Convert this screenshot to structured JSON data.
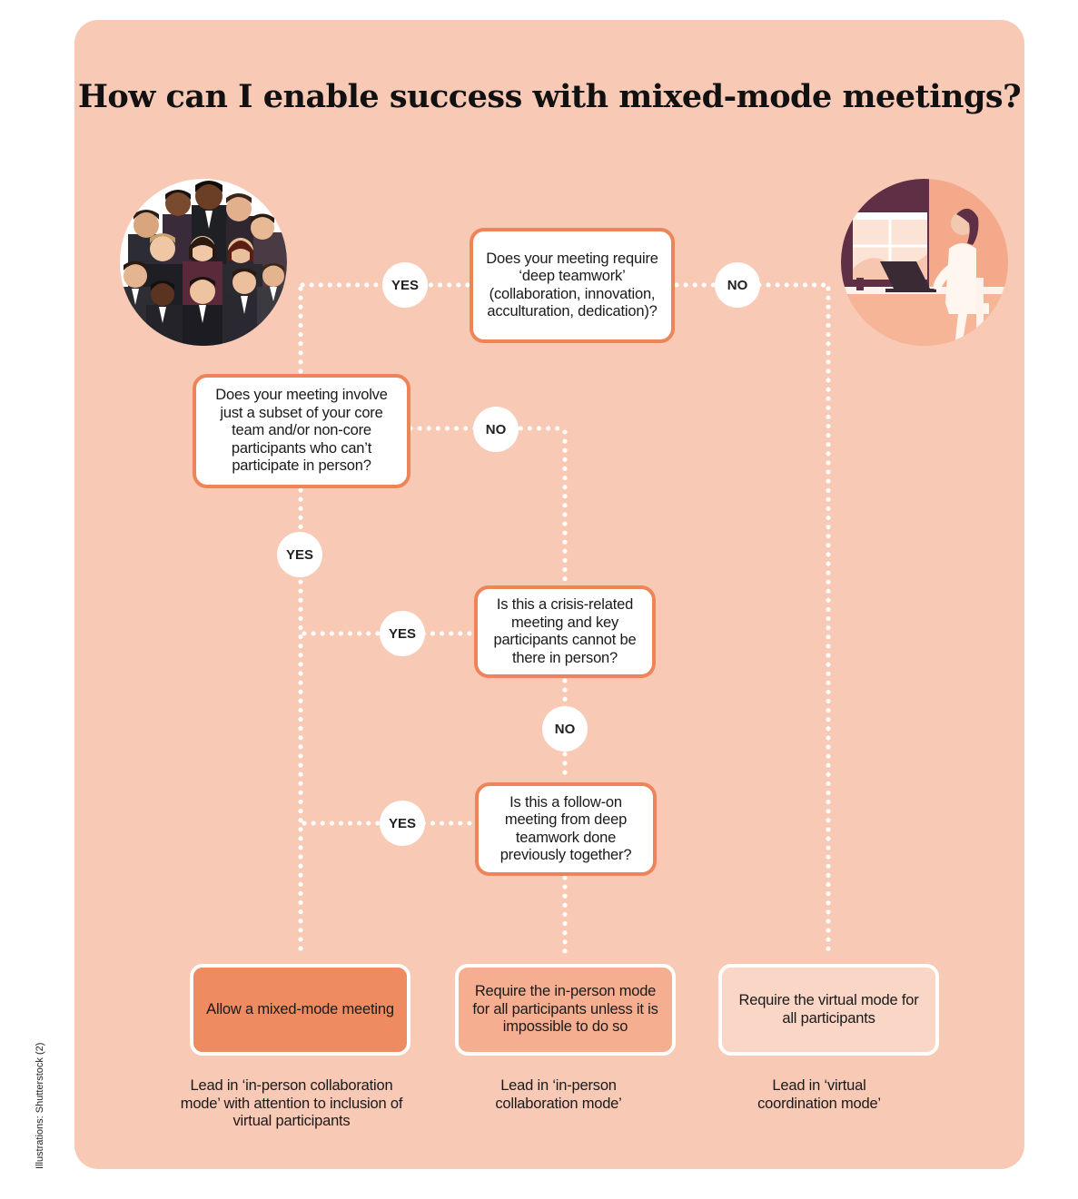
{
  "title": "How can I enable success with mixed-mode meetings?",
  "credit": "Illustrations: Shutterstock (2)",
  "colors": {
    "panel": "#f8c9b5",
    "question_border": "#ee8459",
    "outcome_mixed": "#ee8b61",
    "outcome_inperson": "#f5ae8f",
    "outcome_virtual": "#f9d6c6",
    "connector": "#ffffff"
  },
  "illustrations": {
    "left": "group-of-people-illustration",
    "right": "person-working-at-laptop-illustration"
  },
  "questions": {
    "q1": "Does your meeting require ‘deep teamwork’ (collaboration, innovation, acculturation, dedication)?",
    "q2": "Does your meeting involve just a subset of your core team and/or non-core participants who can’t participate in person?",
    "q3": "Is this a crisis-related meeting and key participants cannot be there in person?",
    "q4": "Is this a follow-on meeting from deep teamwork done previously together?"
  },
  "answers": {
    "q1_yes": "YES",
    "q1_no": "NO",
    "q2_no": "NO",
    "q2_yes": "YES",
    "q3_yes": "YES",
    "q3_no": "NO",
    "q4_yes": "YES"
  },
  "outcomes": {
    "mixed": {
      "label": "Allow a mixed-mode meeting",
      "caption": "Lead in ‘in-person collaboration mode’ with attention to inclusion of virtual participants"
    },
    "inperson": {
      "label": "Require the in-person mode for all participants unless it is impossible to do so",
      "caption": "Lead in ‘in-person collaboration mode’"
    },
    "virtual": {
      "label": "Require the virtual mode for all participants",
      "caption": "Lead in ‘virtual coordination mode’"
    }
  }
}
